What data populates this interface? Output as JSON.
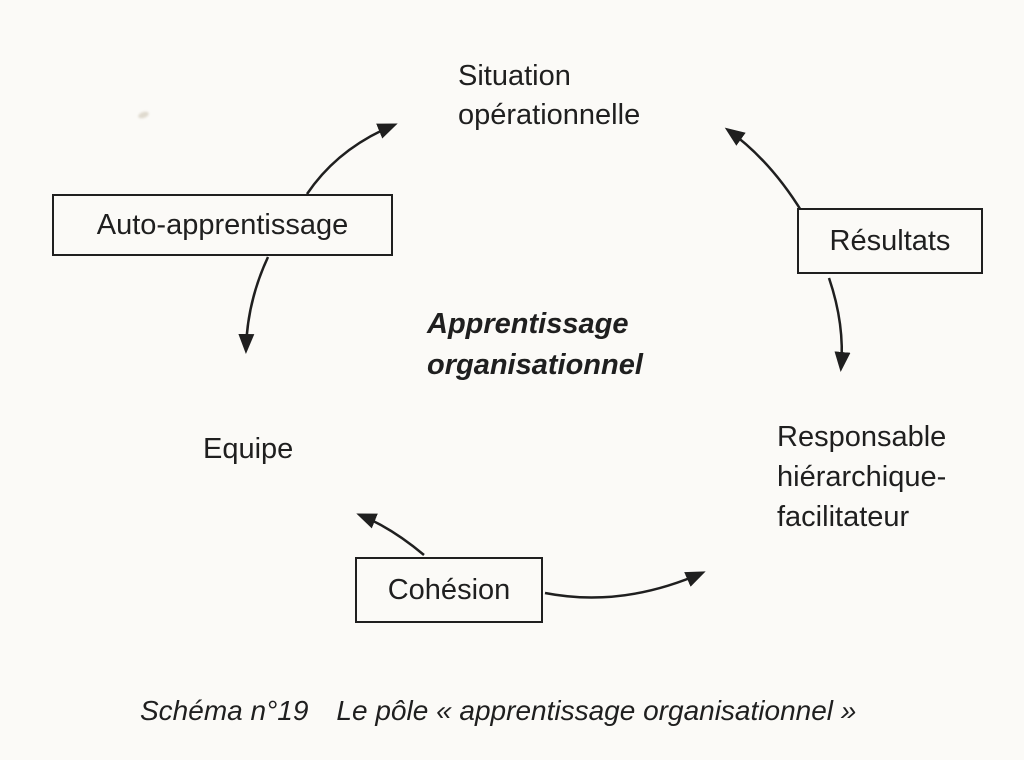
{
  "figure": {
    "caption": {
      "number": "Schéma n°19",
      "title": "Le pôle « apprentissage organisationnel »"
    }
  },
  "nodes": {
    "situation": {
      "label": "Situation\nopérationnelle",
      "boxed": false
    },
    "auto_apprentissage": {
      "label": "Auto-apprentissage",
      "boxed": true
    },
    "resultats": {
      "label": "Résultats",
      "boxed": true
    },
    "center": {
      "label": "Apprentissage\norganisationnel",
      "boxed": false,
      "style": "bold-italic"
    },
    "equipe": {
      "label": "Equipe",
      "boxed": false
    },
    "responsable": {
      "label": "Responsable\nhiérarchique-\nfacilitateur",
      "boxed": false
    },
    "cohesion": {
      "label": "Cohésion",
      "boxed": true
    }
  },
  "edges": [
    {
      "from": "auto_apprentissage",
      "to": "situation"
    },
    {
      "from": "auto_apprentissage",
      "to": "equipe"
    },
    {
      "from": "resultats",
      "to": "situation"
    },
    {
      "from": "resultats",
      "to": "responsable"
    },
    {
      "from": "cohesion",
      "to": "equipe"
    },
    {
      "from": "cohesion",
      "to": "responsable"
    }
  ],
  "colors": {
    "paper": "#fbfaf7",
    "ink": "#1f1f1f"
  }
}
